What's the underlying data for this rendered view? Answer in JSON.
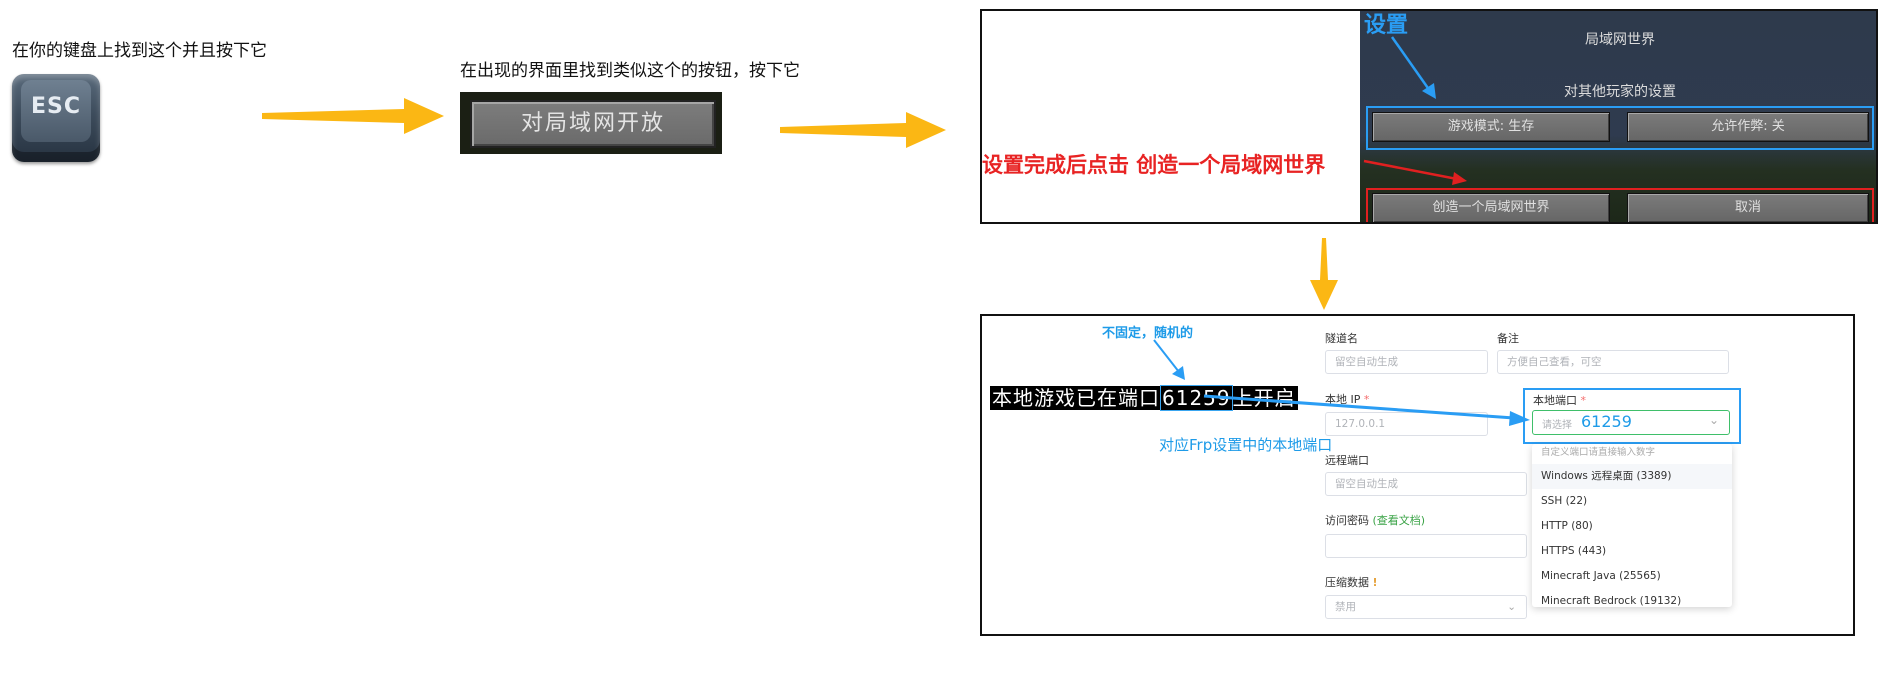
{
  "step1": {
    "text": "在你的键盘上找到这个并且按下它",
    "key_label": "ESC"
  },
  "step2": {
    "text": "在出现的界面里找到类似这个的按钮，按下它",
    "button_label": "对局域网开放"
  },
  "lan_screen": {
    "settings_label": "设置",
    "title": "局域网世界",
    "subtitle": "对其他玩家的设置",
    "game_mode_button": "游戏模式: 生存",
    "cheats_button": "允许作弊: 关",
    "create_button": "创造一个局域网世界",
    "cancel_button": "取消",
    "instruction": "设置完成后点击 创造一个局域网世界"
  },
  "frp": {
    "random_note": "不固定，随机的",
    "game_msg_prefix": "本地游戏已在端口",
    "game_port": "61259",
    "game_msg_suffix": "上开启",
    "map_note": "对应Frp设置中的本地端口",
    "tunnel_name_label": "隧道名",
    "tunnel_name_placeholder": "留空自动生成",
    "remark_label": "备注",
    "remark_placeholder": "方便自己查看，可空",
    "local_ip_label": "本地 IP",
    "required_mark": "*",
    "local_ip_value": "127.0.0.1",
    "local_port_label": "本地端口",
    "local_port_placeholder": "请选择",
    "local_port_value": "61259",
    "remote_port_label": "远程端口",
    "remote_port_placeholder": "留空自动生成",
    "password_label": "访问密码",
    "docs_link": "(查看文档)",
    "compress_label": "压缩数据",
    "warn_mark": "!",
    "compress_value": "禁用",
    "dropdown_hint": "自定义端口请直接输入数字",
    "dropdown_options": [
      "Windows 远程桌面 (3389)",
      "SSH (22)",
      "HTTP (80)",
      "HTTPS (443)",
      "Minecraft Java (25565)",
      "Minecraft Bedrock (19132)"
    ]
  },
  "colors": {
    "arrow": "#fbb714",
    "blue": "#2a9df4",
    "red": "#e02020"
  }
}
